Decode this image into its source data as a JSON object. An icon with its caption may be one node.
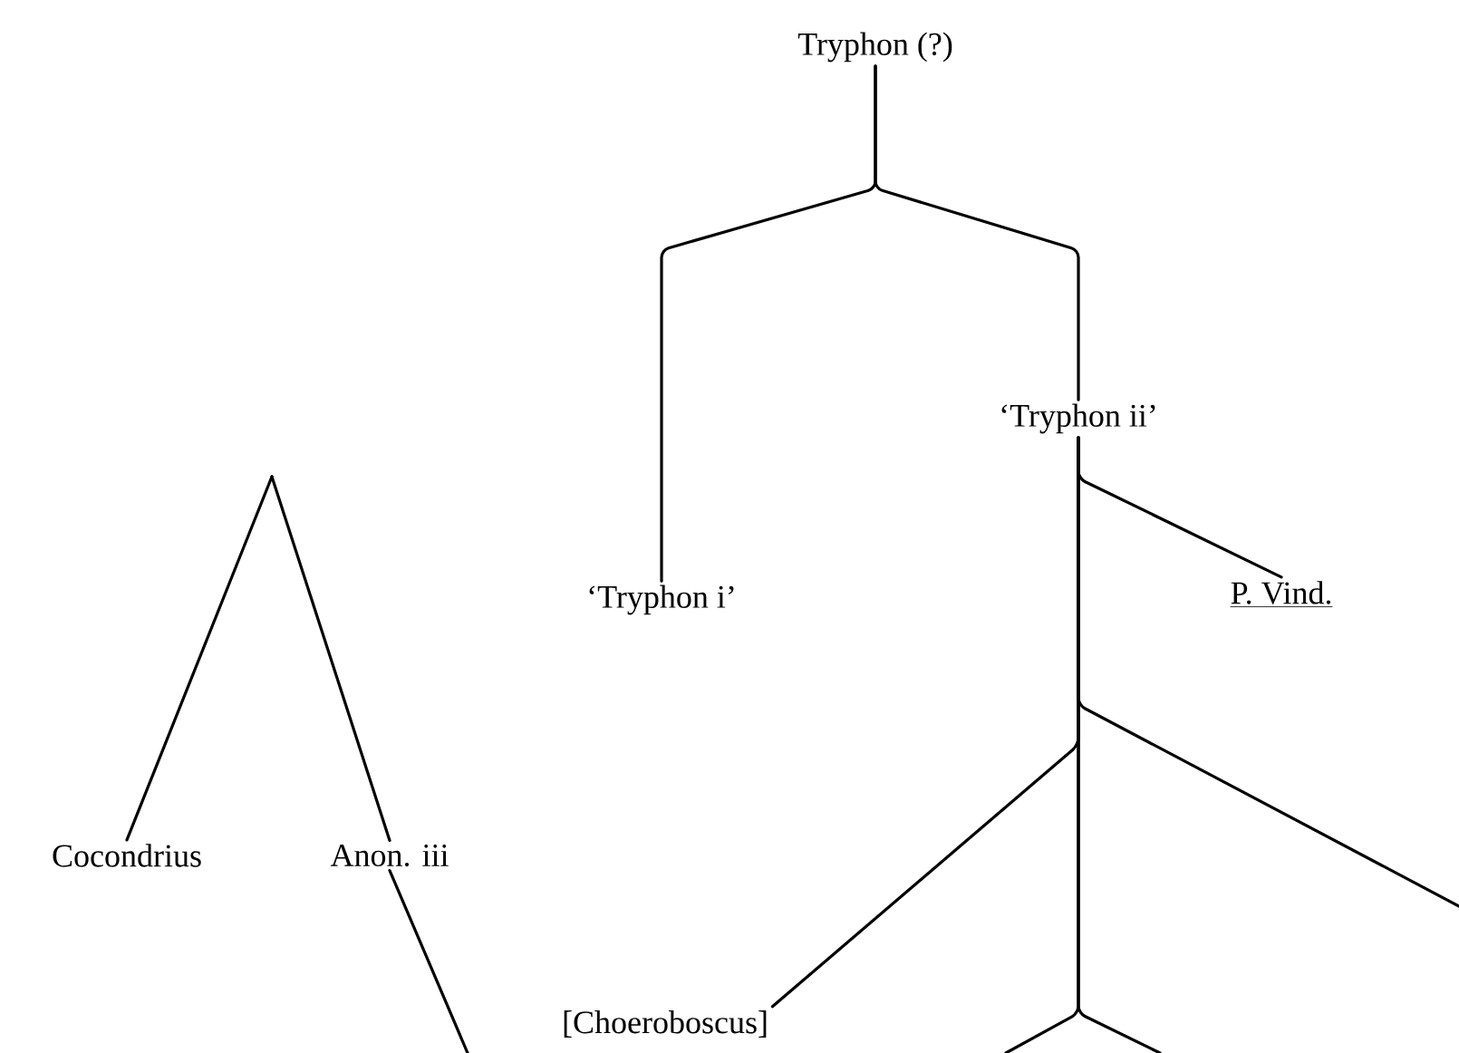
{
  "diagram": {
    "nodes": [
      {
        "text": [
          "Tryphon (?)"
        ]
      },
      {
        "text": [
          "‘Tryphon i’"
        ]
      },
      {
        "text": [
          "‘Tryphon ii’"
        ]
      },
      {
        "text": [
          "P. Vind."
        ]
      },
      {
        "text": [
          "Cocondrius"
        ]
      },
      {
        "text": [
          "Anon. iii"
        ]
      },
      {
        "text": [
          "[Choeroboscus]"
        ]
      }
    ],
    "edges": [
      {
        "from": 0,
        "to": 1,
        "arrow": "none"
      },
      {
        "from": 0,
        "to": 2,
        "arrow": "none"
      },
      {
        "from": 2,
        "to": 3,
        "arrow": "none"
      },
      {
        "from": 2,
        "to": null,
        "arrow": "none"
      },
      {
        "from": 2,
        "to": 6,
        "arrow": "none"
      },
      {
        "from": 2,
        "to": null,
        "arrow": "none"
      },
      {
        "from": 2,
        "to": null,
        "arrow": "none"
      },
      {
        "from": null,
        "to": 4,
        "arrow": "none"
      },
      {
        "from": null,
        "to": 5,
        "arrow": "none"
      },
      {
        "from": 5,
        "to": null,
        "arrow": "none"
      }
    ]
  }
}
